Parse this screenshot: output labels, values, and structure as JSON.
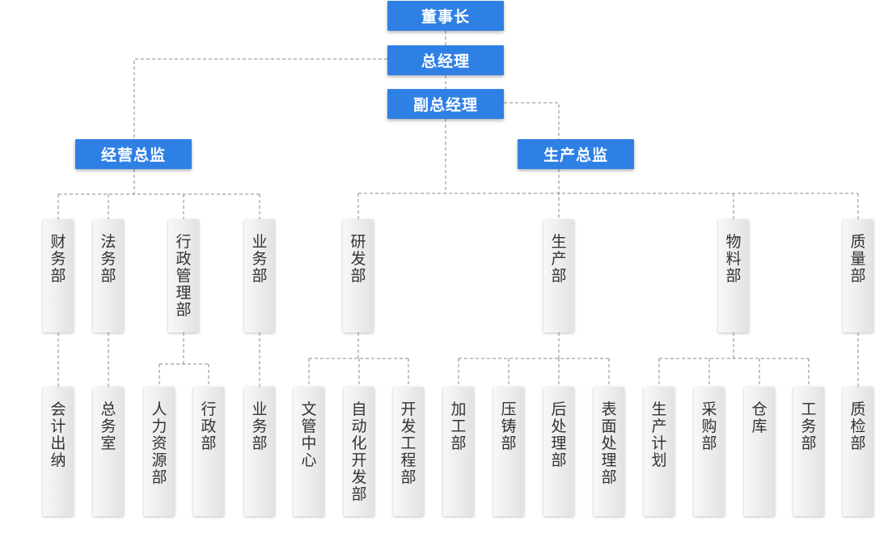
{
  "colors": {
    "accent": "#2f80e4",
    "line": "#8a8a8a"
  },
  "executives": {
    "chairman": "董事长",
    "general_manager": "总经理",
    "deputy_gm": "副总经理",
    "operations_director": "经营总监",
    "production_director": "生产总监"
  },
  "departments": [
    "财务部",
    "法务部",
    "行政管理部",
    "业务部",
    "研发部",
    "生产部",
    "物料部",
    "质量部"
  ],
  "units": [
    "会计出纳",
    "总务室",
    "人力资源部",
    "行政部",
    "业务部",
    "文管中心",
    "自动化开发部",
    "开发工程部",
    "加工部",
    "压铸部",
    "后处理部",
    "表面处理部",
    "生产计划",
    "采购部",
    "仓库",
    "工务部",
    "质检部"
  ]
}
